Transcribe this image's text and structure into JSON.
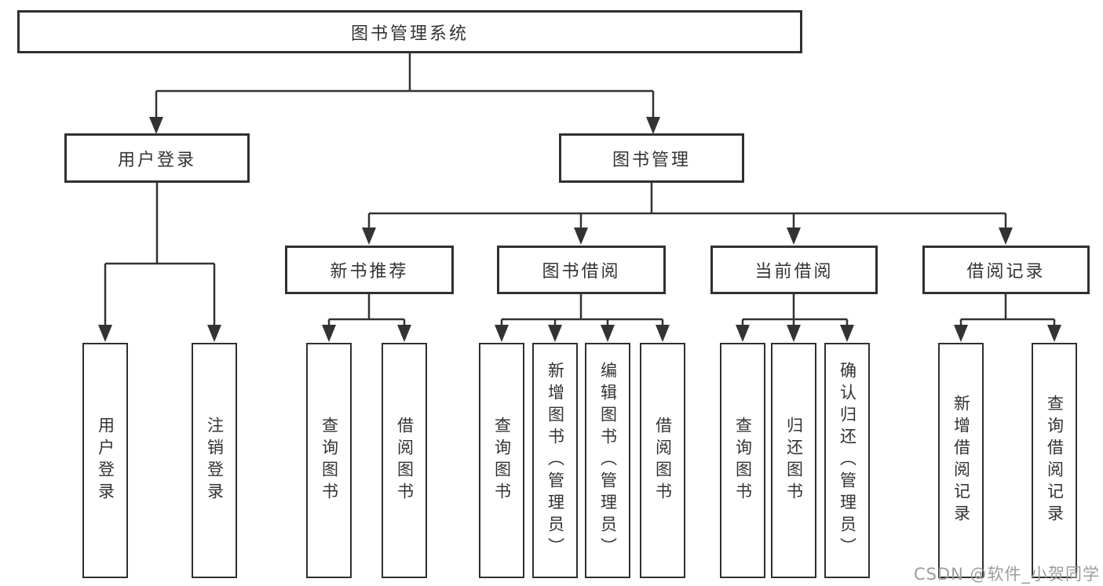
{
  "title": "图书管理系统",
  "colors": {
    "line": "#333333",
    "text": "#333333",
    "box_border": "#303030",
    "background": "#ffffff",
    "watermark": "#9c9c9c"
  },
  "tree": {
    "root": {
      "label": "图书管理系统"
    },
    "branches": [
      {
        "label": "用户登录",
        "children": [
          {
            "label": "用户登录"
          },
          {
            "label": "注销登录"
          }
        ]
      },
      {
        "label": "图书管理",
        "groups": [
          {
            "label": "新书推荐",
            "children": [
              {
                "label": "查询图书"
              },
              {
                "label": "借阅图书"
              }
            ]
          },
          {
            "label": "图书借阅",
            "children": [
              {
                "label": "查询图书"
              },
              {
                "label": "新增图书（管理员）"
              },
              {
                "label": "编辑图书（管理员）"
              },
              {
                "label": "借阅图书"
              }
            ]
          },
          {
            "label": "当前借阅",
            "children": [
              {
                "label": "查询图书"
              },
              {
                "label": "归还图书"
              },
              {
                "label": "确认归还（管理员）"
              }
            ]
          },
          {
            "label": "借阅记录",
            "children": [
              {
                "label": "新增借阅记录"
              },
              {
                "label": "查询借阅记录"
              }
            ]
          }
        ]
      }
    ]
  },
  "watermark": "CSDN @软件_小贺同学"
}
